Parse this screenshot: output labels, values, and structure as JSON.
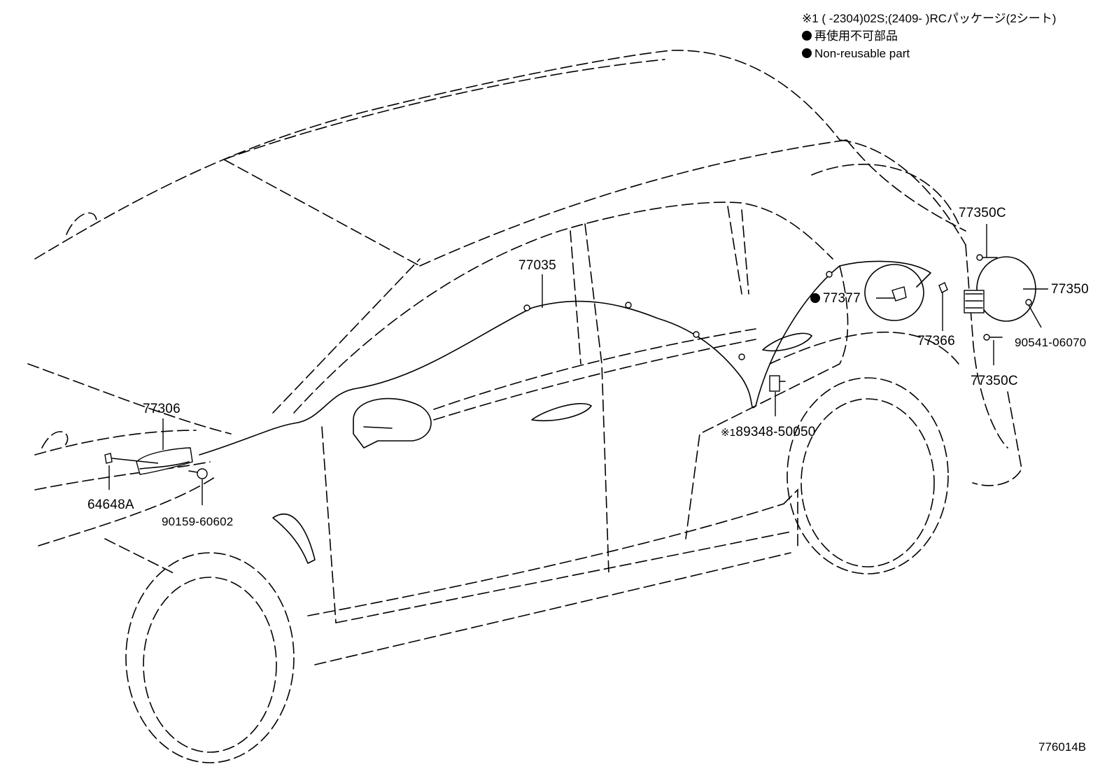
{
  "legend": {
    "footnote": "※1 (     -2304)02S;(2409-     )RCパッケージ(2シート)",
    "non_reusable_jp": "再使用不可部品",
    "non_reusable_en": "Non-reusable part"
  },
  "labels": {
    "p77350c_top": "77350C",
    "p77350": "77350",
    "p77035": "77035",
    "p77377": "77377",
    "p77366": "77366",
    "p90541": "90541-06070",
    "p77350c_bottom": "77350C",
    "p89348": "89348-50050",
    "p89348_note": "※1",
    "p77306": "77306",
    "p64648a": "64648A",
    "p90159": "90159-60602"
  },
  "drawing_id": "776014B"
}
